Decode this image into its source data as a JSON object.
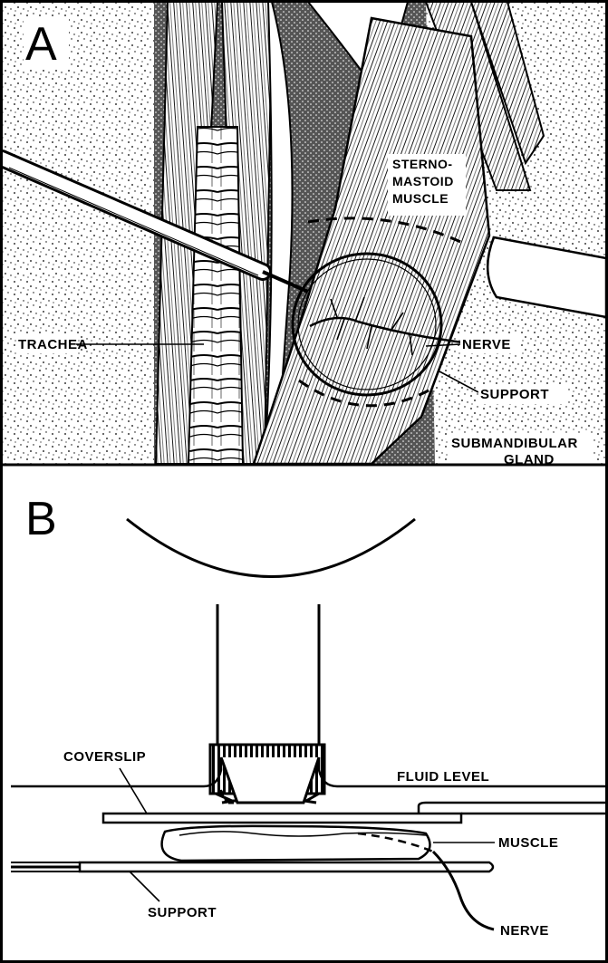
{
  "panels": {
    "a": {
      "letter": "A",
      "labels": {
        "sterno_line1": "STERNO-",
        "sterno_line2": "MASTOID",
        "sterno_line3": "MUSCLE",
        "trachea": "TRACHEA",
        "nerve": "NERVE",
        "support": "SUPPORT",
        "gland_line1": "SUBMANDIBULAR",
        "gland_line2": "GLAND"
      }
    },
    "b": {
      "letter": "B",
      "labels": {
        "coverslip": "COVERSLIP",
        "fluid_level": "FLUID LEVEL",
        "muscle": "MUSCLE",
        "support": "SUPPORT",
        "nerve": "NERVE"
      }
    }
  },
  "colors": {
    "ink": "#000000",
    "paper": "#ffffff"
  }
}
